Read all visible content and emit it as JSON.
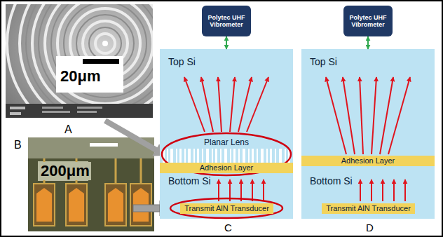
{
  "diagram": {
    "nodes": [
      {
        "text": [
          "Polytec UHF Vibrometer"
        ]
      },
      {
        "text": [
          "Top Si",
          "Planar Lens",
          "Bottom Si"
        ]
      },
      {
        "text": [
          "Adhesion Layer"
        ],
        "in": 1
      },
      {
        "text": [
          "Transmit AlN Transducer"
        ],
        "in": 1
      },
      {
        "text": [
          "Polytec UHF Vibrometer"
        ]
      },
      {
        "text": [
          "Top Si",
          "Bottom Si"
        ]
      },
      {
        "text": [
          "Adhesion Layer"
        ],
        "in": 5
      },
      {
        "text": [
          "Transmit AlN Transducer"
        ],
        "in": 5
      }
    ],
    "edges": [
      {
        "from": 0,
        "to": 1,
        "arrow": "both"
      },
      {
        "from": 4,
        "to": 5,
        "arrow": "both"
      }
    ],
    "labels": [
      "20μm",
      "200μm",
      "A",
      "B",
      "C",
      "D"
    ]
  }
}
